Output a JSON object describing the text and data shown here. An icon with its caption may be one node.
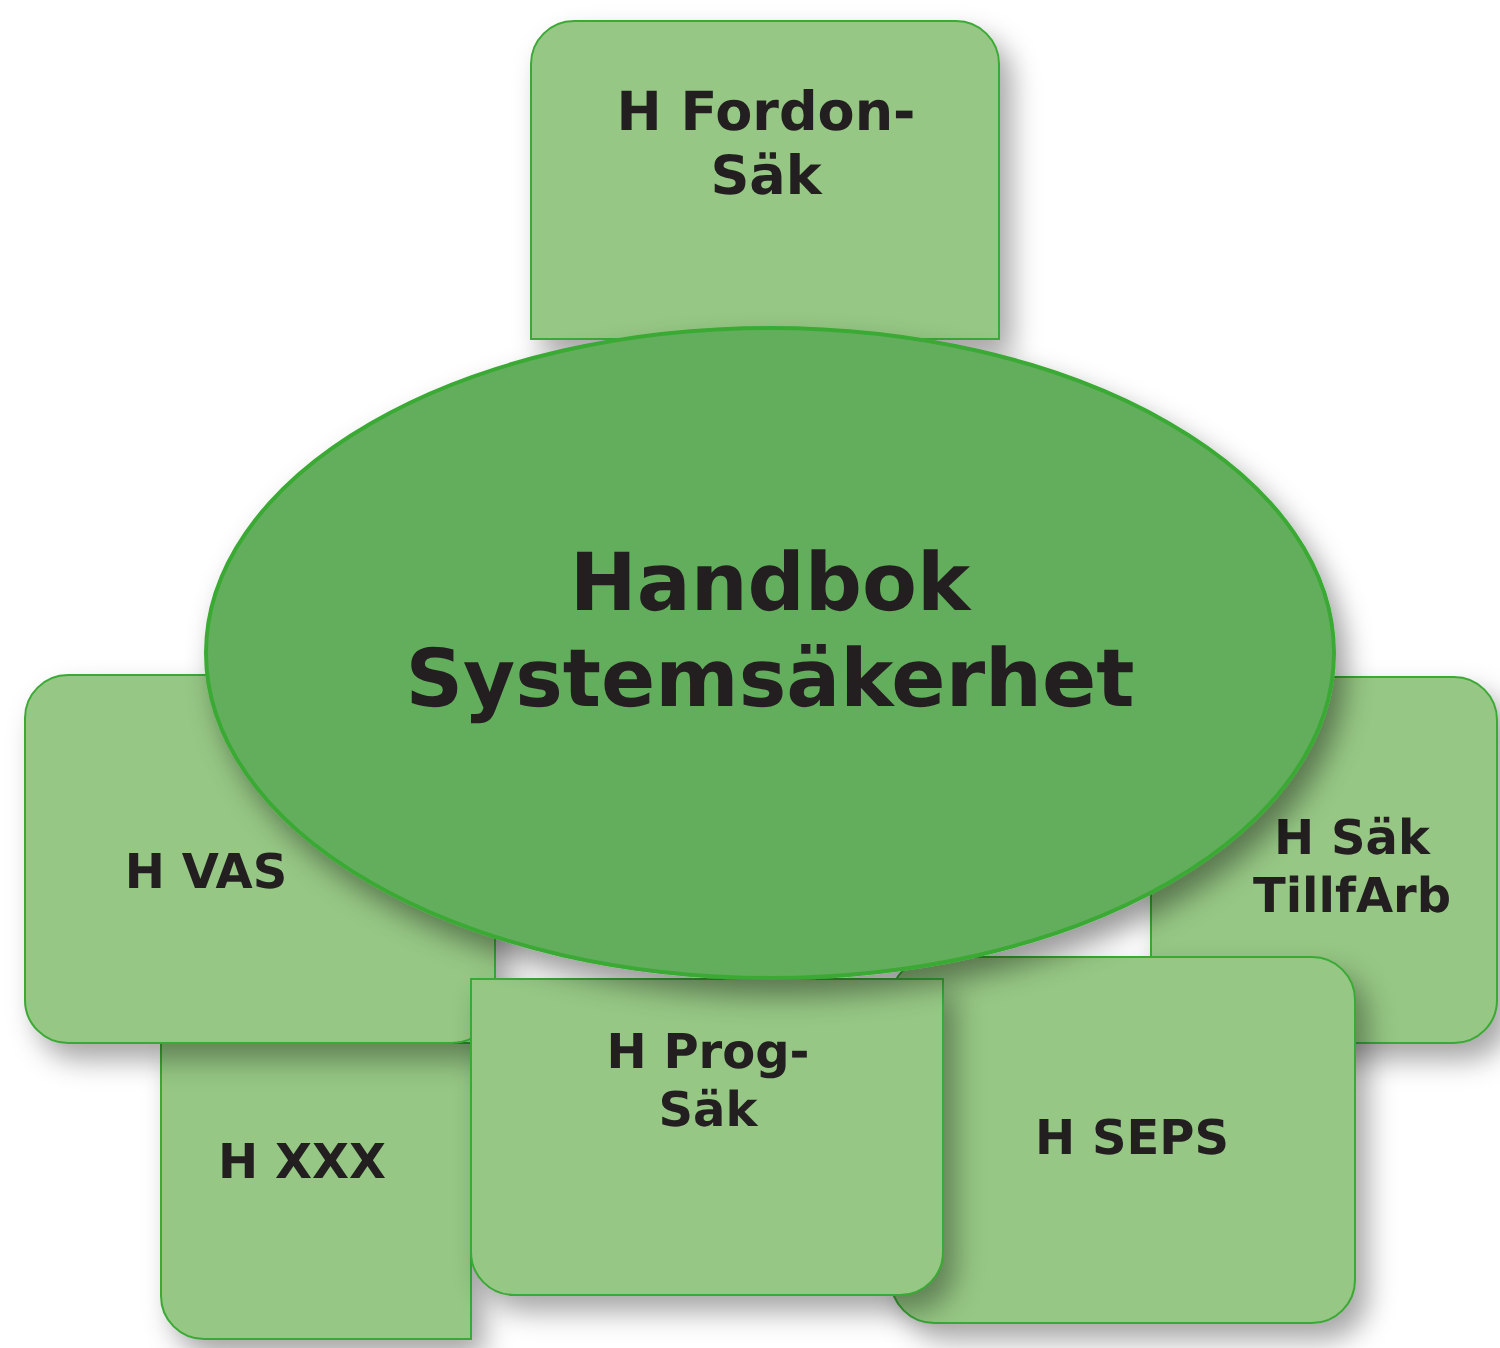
{
  "diagram": {
    "nodes": [
      {
        "text": [
          "H Fordon- Säk"
        ]
      },
      {
        "text": [
          "Handbok Systemsäkerhet"
        ]
      },
      {
        "text": [
          "H VAS"
        ]
      },
      {
        "text": [
          "H Säk TillfArb"
        ]
      },
      {
        "text": [
          "H Prog- Säk"
        ]
      },
      {
        "text": [
          "H SEPS"
        ]
      },
      {
        "text": [
          "H XXX"
        ]
      }
    ]
  }
}
